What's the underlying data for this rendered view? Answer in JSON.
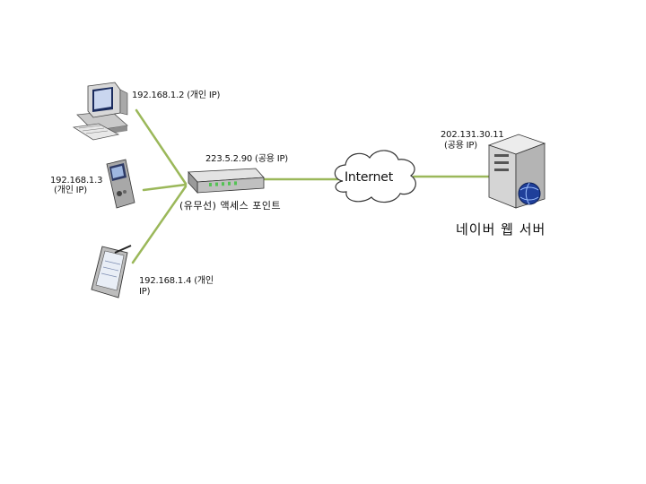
{
  "devices": {
    "desktop": {
      "ip_label": "192.168.1.2 (개인 IP)",
      "icon": "desktop-computer-icon"
    },
    "pda": {
      "ip_label_line1": "192.168.1.3",
      "ip_label_line2": "(개인 IP)",
      "icon": "pda-icon"
    },
    "tablet": {
      "ip_label_line1": "192.168.1.4 (개인",
      "ip_label_line2": "IP)",
      "icon": "tablet-icon"
    },
    "access_point": {
      "public_ip": "223.5.2.90 (공용 IP)",
      "caption": "(유무선) 액세스 포인트",
      "icon": "access-point-icon"
    },
    "internet": {
      "label": "Internet",
      "icon": "cloud-icon"
    },
    "server": {
      "ip_line1": "202.131.30.11",
      "ip_line2": "(공용 IP)",
      "name": "네이버 웹 서버",
      "icon": "web-server-icon"
    }
  },
  "colors": {
    "link": "#9bb85a",
    "cloud_stroke": "#333333"
  }
}
